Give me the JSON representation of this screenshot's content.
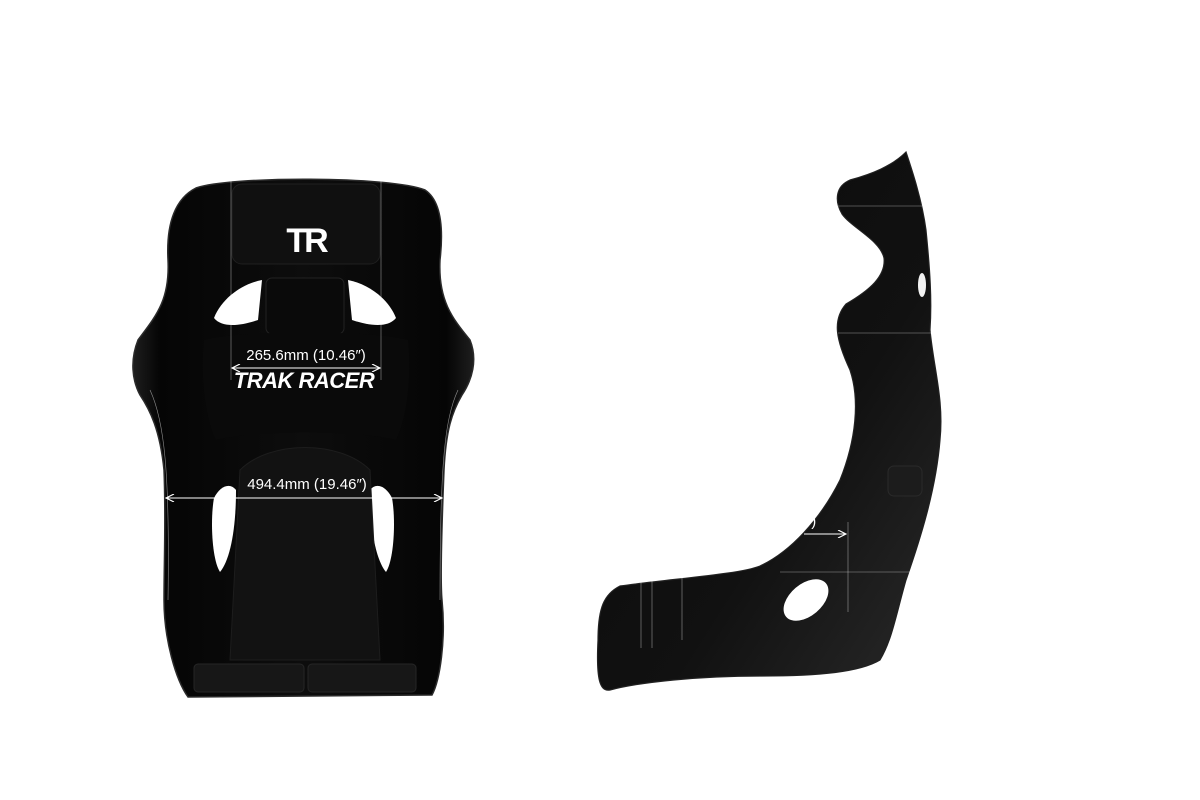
{
  "front_view": {
    "logo": "TR",
    "brand": "TRAK RACER",
    "upper_dimension": "265.6mm (10.46″)",
    "lower_dimension": "494.4mm (19.46″)"
  },
  "side_view": {
    "partial_dimension": "″)"
  },
  "colors": {
    "background": "#ffffff",
    "seat_shell": "#0c0c0c",
    "seat_highlight": "#3a3a3a",
    "annotation": "#ffffff"
  }
}
